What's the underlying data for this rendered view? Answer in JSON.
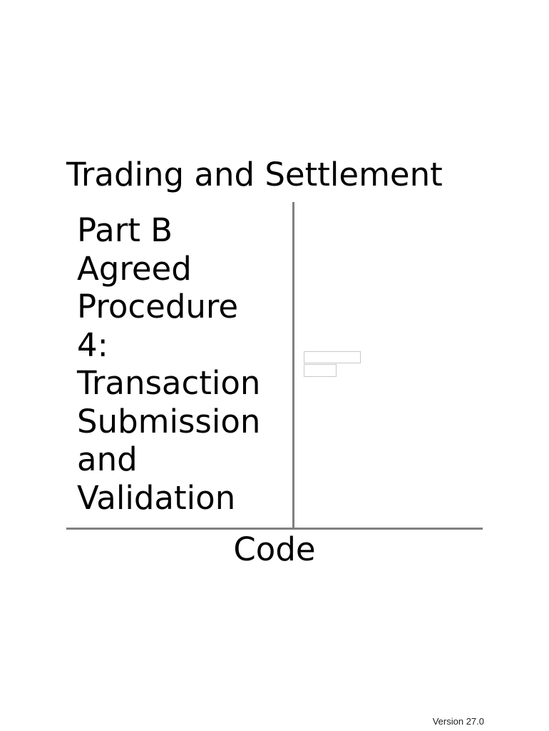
{
  "document": {
    "title": "Trading and Settlement",
    "subtitle_lines": [
      "Part B",
      "Agreed",
      "Procedure",
      "4:",
      "Transaction",
      "Submission",
      "and",
      "Validation"
    ],
    "footer_title": "Code",
    "version": "Version 27.0"
  }
}
